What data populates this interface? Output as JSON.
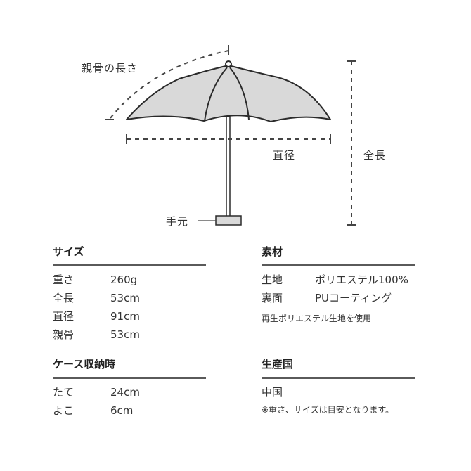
{
  "diagram": {
    "labels": {
      "rib_length": "親骨の長さ",
      "diameter": "直径",
      "total_length": "全長",
      "handle": "手元"
    },
    "colors": {
      "canopy_fill": "#d9d9d9",
      "outline": "#2b2b2b",
      "dash": "#444444"
    }
  },
  "specs": {
    "size": {
      "title": "サイズ",
      "rows": [
        {
          "key": "重さ",
          "value": "260g"
        },
        {
          "key": "全長",
          "value": "53cm"
        },
        {
          "key": "直径",
          "value": "91cm"
        },
        {
          "key": "親骨",
          "value": "53cm"
        }
      ]
    },
    "material": {
      "title": "素材",
      "rows": [
        {
          "key": "生地",
          "value": "ポリエステル100%"
        },
        {
          "key": "裏面",
          "value": "PUコーティング"
        }
      ],
      "note": "再生ポリエステル生地を使用"
    },
    "case": {
      "title": "ケース収納時",
      "rows": [
        {
          "key": "たて",
          "value": "24cm"
        },
        {
          "key": "よこ",
          "value": "6cm"
        }
      ]
    },
    "origin": {
      "title": "生産国",
      "value": "中国",
      "note": "※重さ、サイズは目安となります。"
    }
  }
}
